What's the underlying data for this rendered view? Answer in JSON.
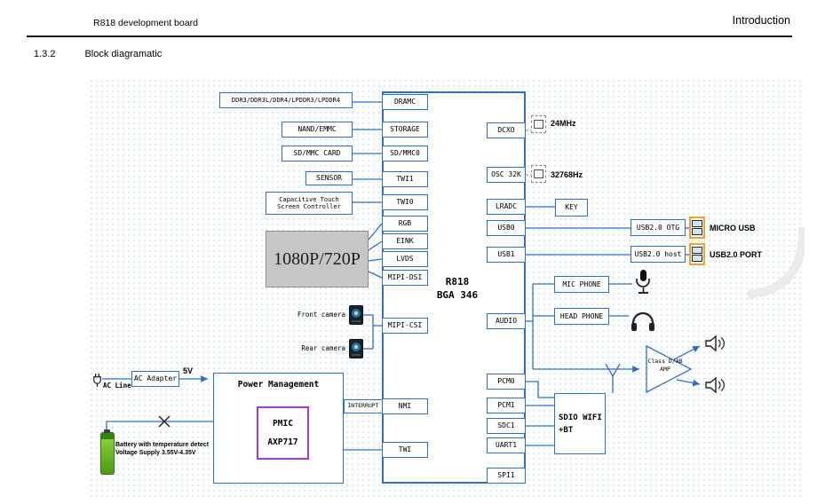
{
  "header": {
    "doc_title": "R818 development board",
    "chapter": "Introduction"
  },
  "section": {
    "number": "1.3.2",
    "title": "Block diagramatic"
  },
  "chip": {
    "name": "R818",
    "package": "BGA 346",
    "left_pins": [
      "DRAMC",
      "STORAGE",
      "SD/MMC0",
      "TWI1",
      "TWI0",
      "RGB",
      "EINK",
      "LVDS",
      "MIPI-DSI",
      "MIPI-CSI",
      "NMI",
      "TWI"
    ],
    "right_pins": [
      "DCXO",
      "OSC 32K",
      "LRADC",
      "USB0",
      "USB1",
      "AUDIO",
      "PCM0",
      "PCM1",
      "SDC1",
      "UART1",
      "SPI1"
    ]
  },
  "blocks": {
    "ddr": "DDR3/DDR3L/DDR4/LPDDR3/LPDDR4",
    "nand": "NAND/EMMC",
    "sd_card": "SD/MMC CARD",
    "sensor": "SENSOR",
    "touch_line1": "Capacitive Touch",
    "touch_line2": "Screen Controller",
    "display": "1080P/720P",
    "front_camera": "Front camera",
    "rear_camera": "Rear camera",
    "ac_line": "AC Line",
    "ac_adapter": "AC Adapter",
    "adapter_voltage": "5V",
    "power_management": "Power Management",
    "pmic_name": "PMIC",
    "pmic_model": "AXP717",
    "interrupt": "INTERRUPT",
    "battery_line1": "Battery with temperature detect",
    "battery_line2": "Voltage Supply 3.55V-4.35V",
    "crystal_24m": "24MHz",
    "crystal_32k": "32768Hz",
    "key": "KEY",
    "usb_otg": "USB2.0 OTG",
    "micro_usb": "MICRO USB",
    "usb_host": "USB2.0 host",
    "usb_port": "USB2.0 PORT",
    "mic_phone": "MIC PHONE",
    "head_phone": "HEAD PHONE",
    "amp_line1": "Class D/AB",
    "amp_line2": "AMP",
    "wifi_line1": "SDIO WIFI",
    "wifi_line2": "+BT"
  },
  "colors": {
    "wire": "#2d6fd0",
    "box_border": "#2d6fd0",
    "pmic_border": "#a43bd4",
    "usb_connector_border": "#f0a12f",
    "battery_green": "#76c32c",
    "display_gray": "#c6c6c6"
  }
}
